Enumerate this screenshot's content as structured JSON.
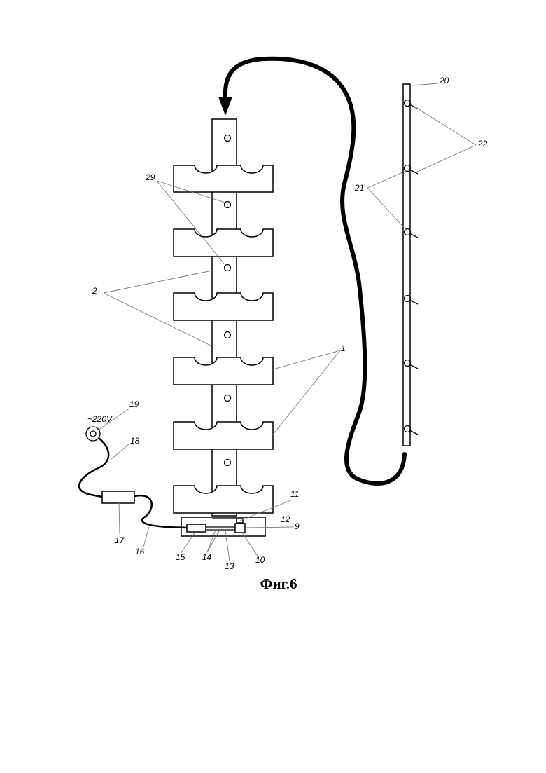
{
  "figure": {
    "caption": "Фиг.6"
  },
  "labels": {
    "l1": "1",
    "l2": "2",
    "l9": "9",
    "l10": "10",
    "l11": "11",
    "l12": "12",
    "l13": "13",
    "l14": "14",
    "l15": "15",
    "l16": "16",
    "l17": "17",
    "l18": "18",
    "l19": "19",
    "l20": "20",
    "l21": "21",
    "l22": "22",
    "l29": "29"
  },
  "power": {
    "voltage": "~220V"
  }
}
